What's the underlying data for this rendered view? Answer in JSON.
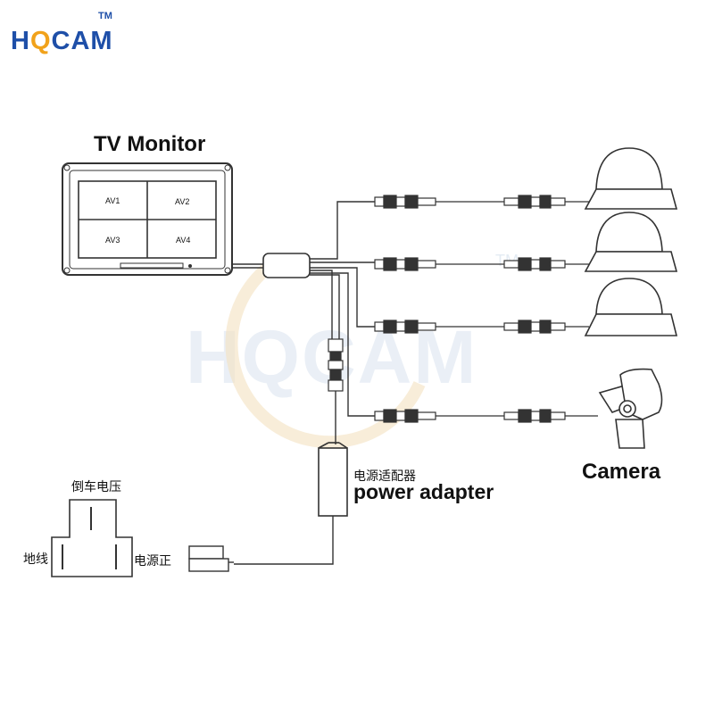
{
  "brand": {
    "letters": [
      "H",
      "Q",
      "C",
      "A",
      "M"
    ],
    "trademark": "TM"
  },
  "watermark": {
    "text": "HQCAM",
    "trademark": "TM"
  },
  "monitor": {
    "title": "TV Monitor",
    "channels": [
      "AV1",
      "AV2",
      "AV3",
      "AV4"
    ]
  },
  "camera_label": "Camera",
  "power_adapter": {
    "label_cn": "电源适配器",
    "label_en": "power adapter"
  },
  "connector": {
    "top_label": "倒车电压",
    "left_label": "地线",
    "right_label": "电源正"
  },
  "colors": {
    "brand_blue": "#1e4fa8",
    "brand_orange": "#f1a21b",
    "line": "#333333",
    "watermark": "#d9e3ef"
  }
}
